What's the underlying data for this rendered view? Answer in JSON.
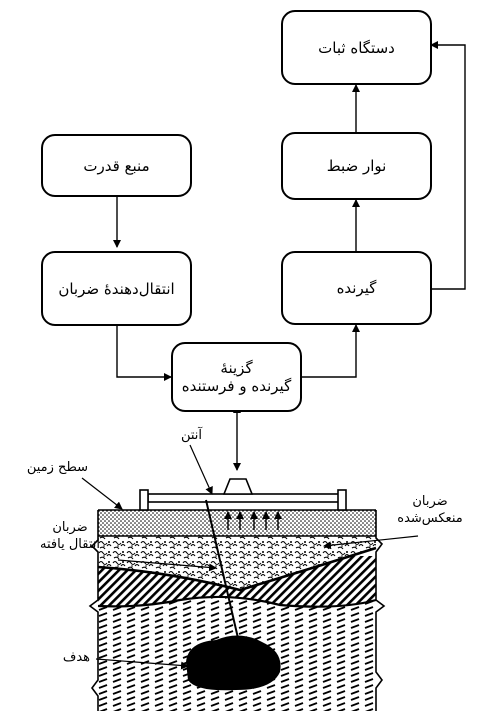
{
  "boxes": {
    "display_unit": "دستگاه ثبات",
    "tape": "نوار ضبط",
    "receiver": "گیرنده",
    "power_source": "منبع قدرت",
    "pulse_transmitter": "انتقال‌دهندهٔ ضربان",
    "tr_switch_line1": "گزینهٔ",
    "tr_switch_line2": "گیرنده و فرستنده"
  },
  "labels": {
    "antenna": "آنتن",
    "ground_surface": "سطح زمین",
    "transmitted_pulse_line1": "ضربان",
    "transmitted_pulse_line2": "انتقال یافته",
    "reflected_pulse_line1": "ضربان",
    "reflected_pulse_line2": "منعکس‌شده",
    "target": "هدف"
  }
}
